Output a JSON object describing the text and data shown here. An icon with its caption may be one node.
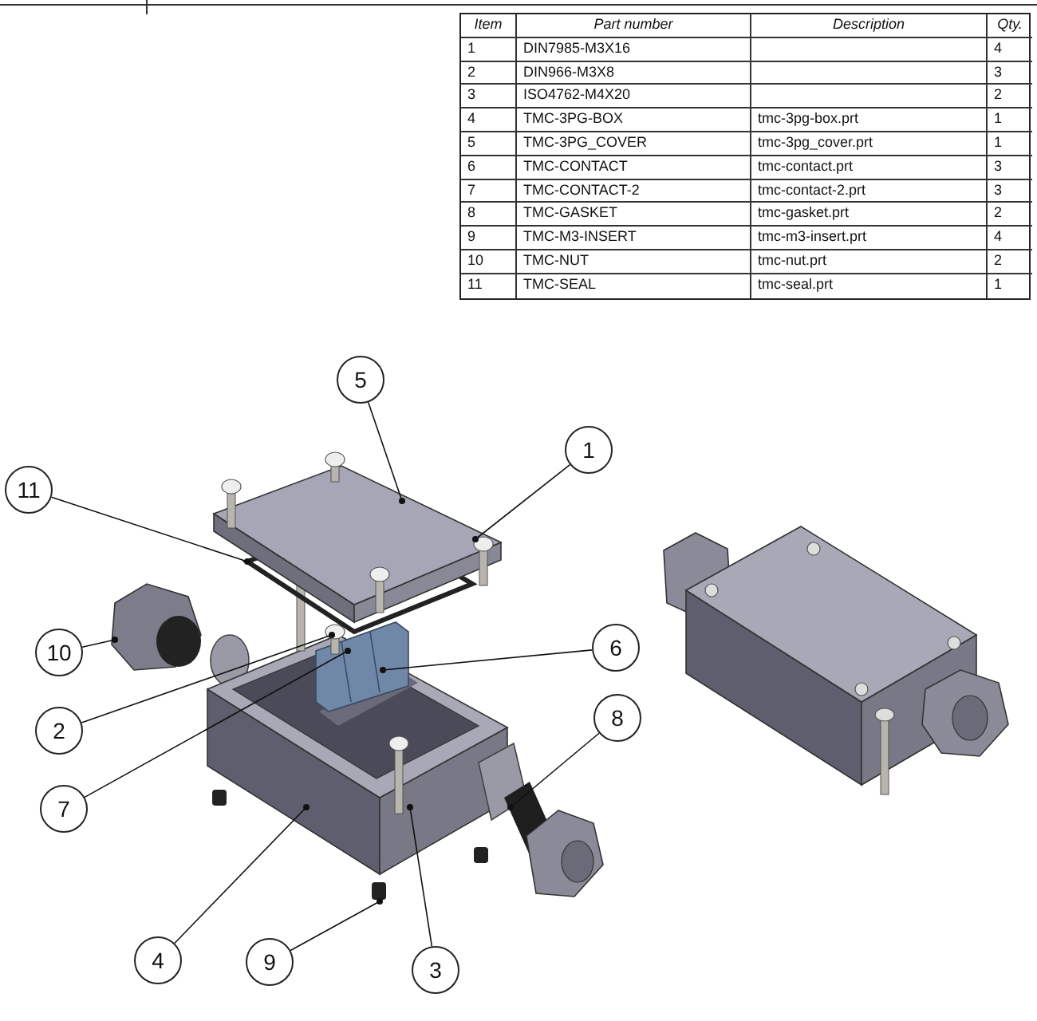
{
  "diagram": {
    "nodes": [
      {
        "text": [
          "5"
        ]
      },
      {
        "text": [
          "1"
        ]
      },
      {
        "text": [
          "11"
        ]
      },
      {
        "text": [
          "6"
        ]
      },
      {
        "text": [
          "10"
        ]
      },
      {
        "text": [
          "8"
        ]
      },
      {
        "text": [
          "2"
        ]
      },
      {
        "text": [
          "7"
        ]
      },
      {
        "text": [
          "4"
        ]
      },
      {
        "text": [
          "9"
        ]
      },
      {
        "text": [
          "3"
        ]
      }
    ],
    "edges": [
      {
        "from": 0,
        "to": null,
        "arrow": "other"
      },
      {
        "from": 1,
        "to": null,
        "arrow": "other"
      },
      {
        "from": 2,
        "to": null,
        "arrow": "other"
      },
      {
        "from": 3,
        "to": null,
        "arrow": "other"
      },
      {
        "from": 4,
        "to": null,
        "arrow": "other"
      },
      {
        "from": 5,
        "to": null,
        "arrow": "other"
      },
      {
        "from": 6,
        "to": null,
        "arrow": "other"
      },
      {
        "from": 7,
        "to": null,
        "arrow": "other"
      },
      {
        "from": 8,
        "to": null,
        "arrow": "other"
      },
      {
        "from": 9,
        "to": null,
        "arrow": "other"
      },
      {
        "from": 10,
        "to": null,
        "arrow": "other"
      }
    ],
    "labels": [
      "Item",
      "Part number",
      "Description",
      "Qty.",
      "1",
      "DIN7985-M3X16",
      "4",
      "2",
      "DIN966-M3X8",
      "3",
      "3",
      "ISO4762-M4X20",
      "2",
      "4",
      "TMC-3PG-BOX",
      "tmc-3pg-box.prt",
      "1",
      "5",
      "TMC-3PG_COVER",
      "tmc-3pg_cover.prt",
      "1",
      "6",
      "TMC-CONTACT",
      "tmc-contact.prt",
      "3",
      "7",
      "TMC-CONTACT-2",
      "tmc-contact-2.prt",
      "3",
      "8",
      "TMC-GASKET",
      "tmc-gasket.prt",
      "2",
      "9",
      "TMC-M3-INSERT",
      "tmc-m3-insert.prt",
      "4",
      "10",
      "TMC-NUT",
      "tmc-nut.prt",
      "2",
      "11",
      "TMC-SEAL",
      "tmc-seal.prt",
      "1"
    ]
  }
}
